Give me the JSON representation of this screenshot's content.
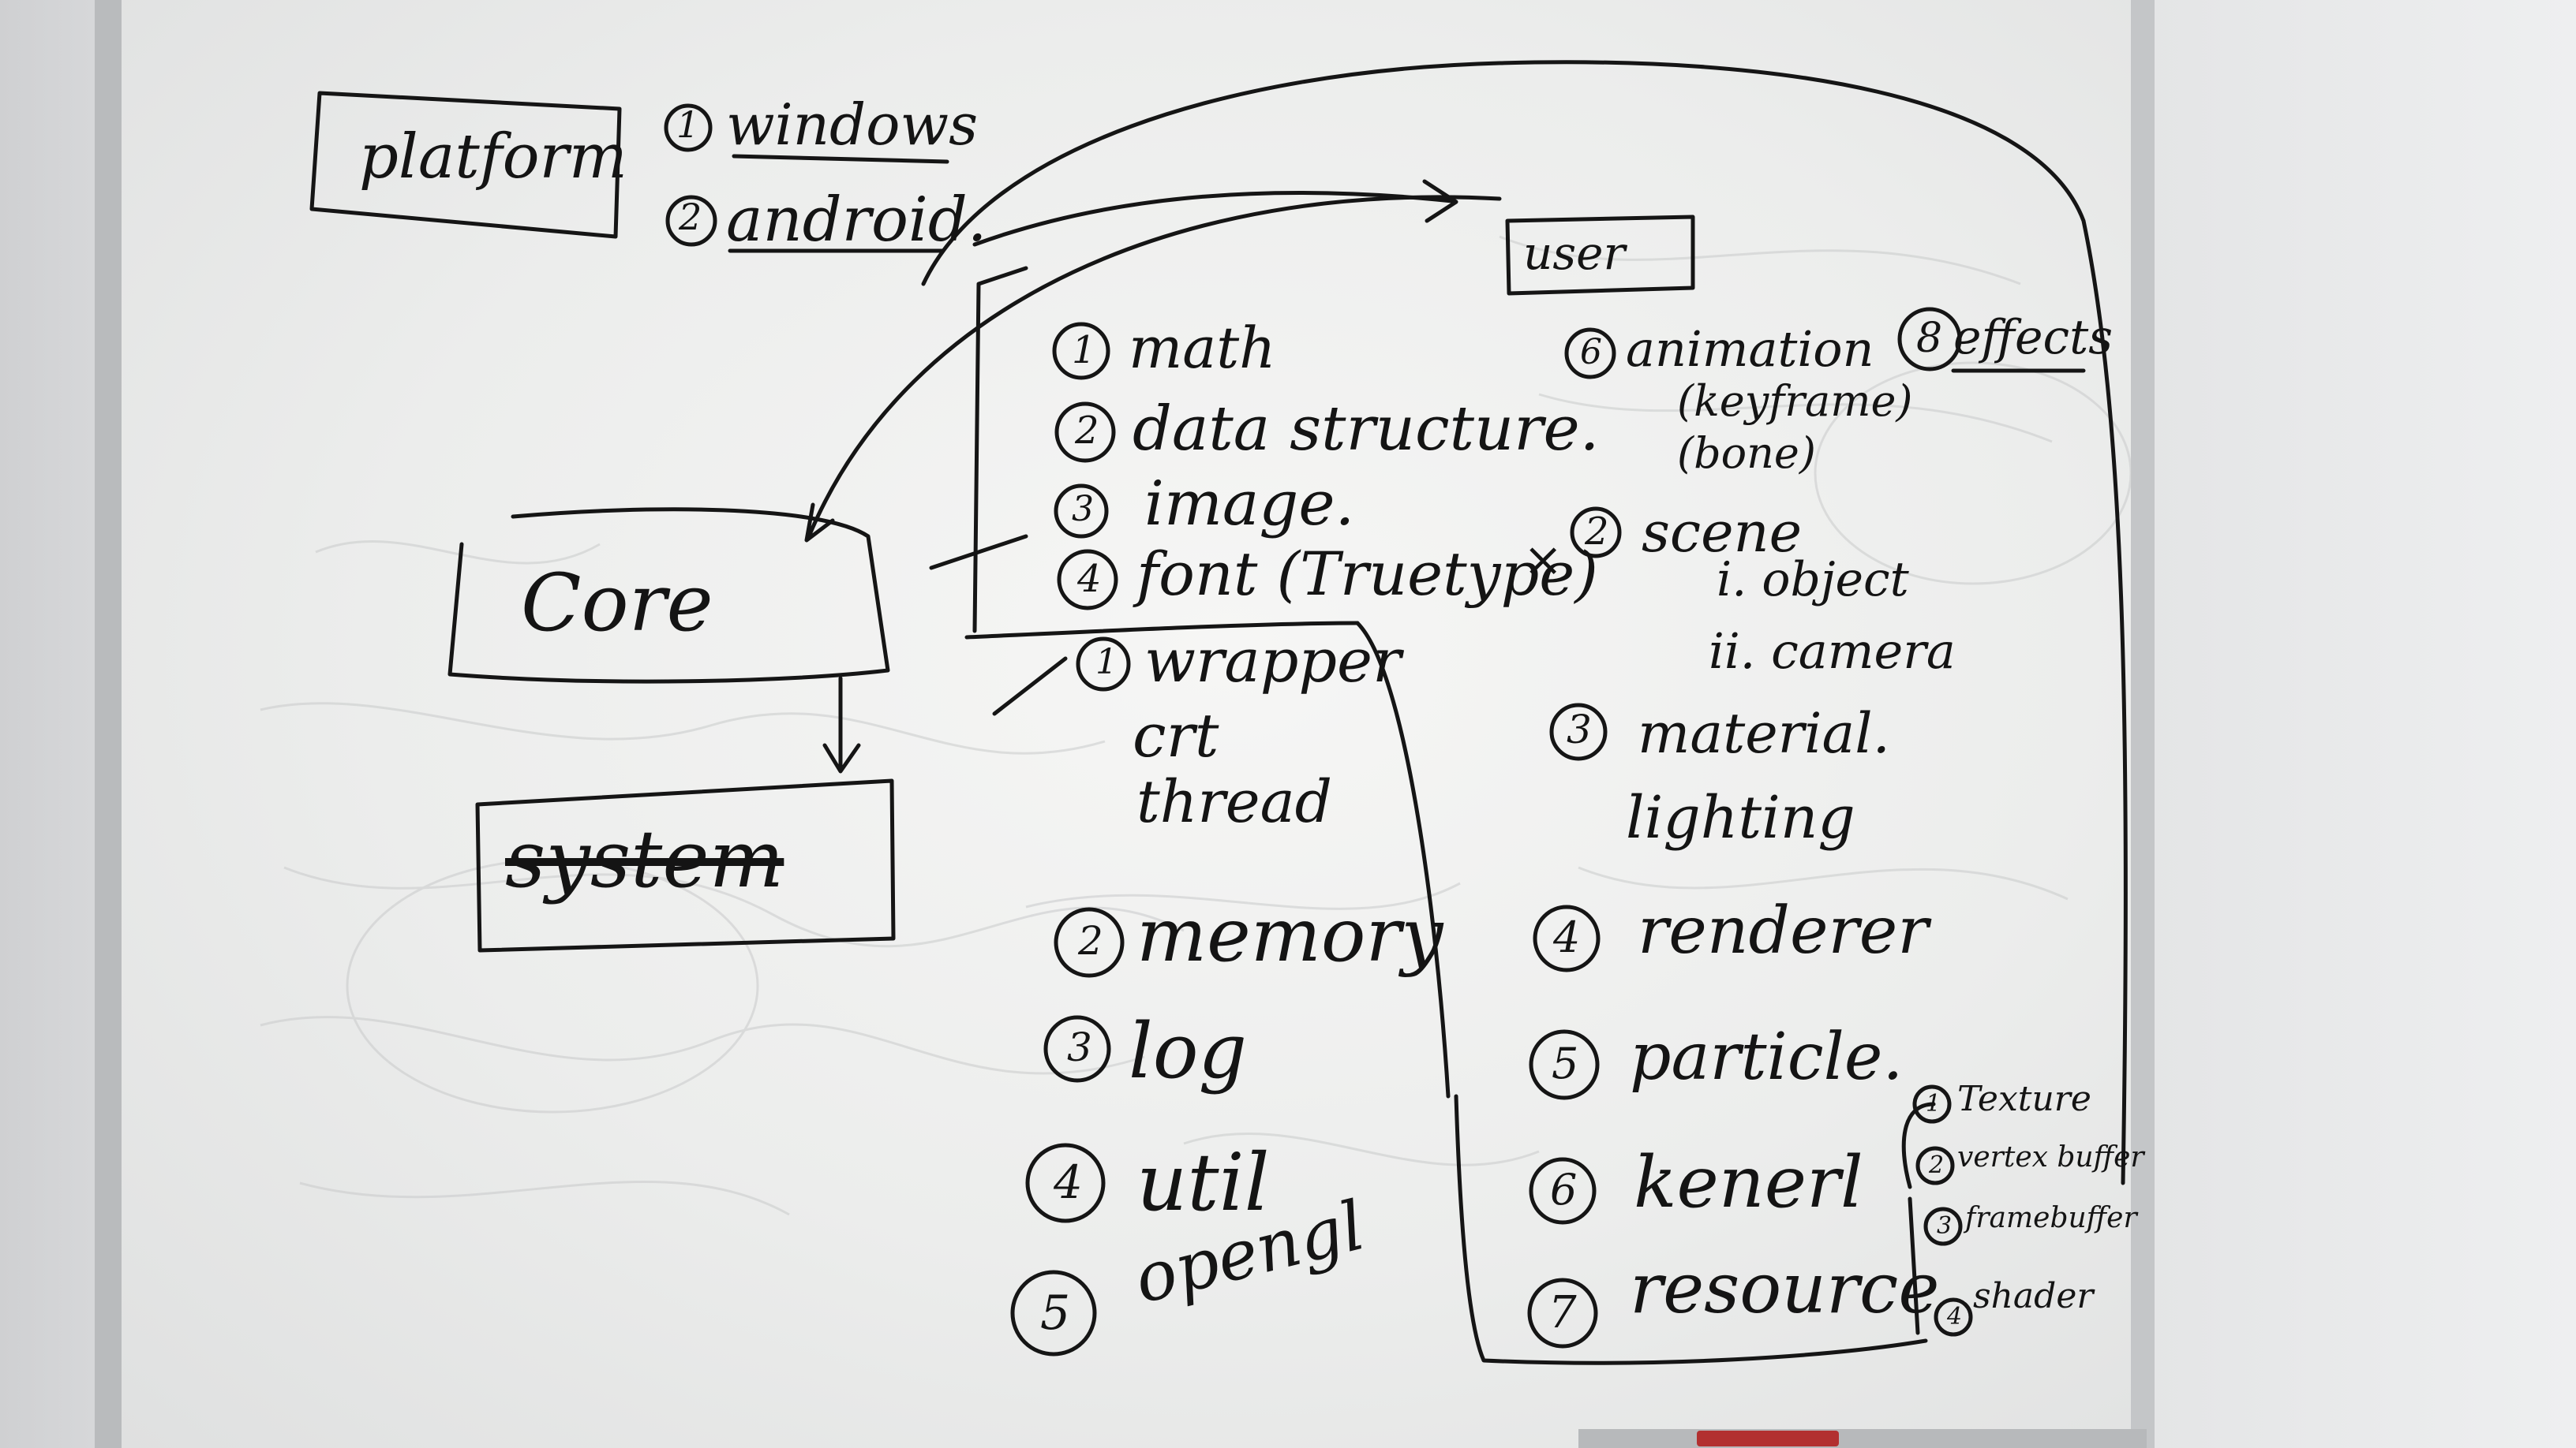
{
  "whiteboard": {
    "platform": {
      "title": "platform",
      "items": [
        {
          "num": "1",
          "label": "windows"
        },
        {
          "num": "2",
          "label": "android."
        }
      ]
    },
    "core": "Core",
    "system": "system",
    "user": "user",
    "core_list": [
      {
        "num": "1",
        "label": "math"
      },
      {
        "num": "2",
        "label": "data structure."
      },
      {
        "num": "3",
        "label": "image."
      },
      {
        "num": "4",
        "label": "font (Truetype)"
      }
    ],
    "system_list": {
      "wrapper": {
        "num": "1",
        "label": "wrapper",
        "sub": [
          "crt",
          "thread"
        ]
      },
      "items": [
        {
          "num": "2",
          "label": "memory"
        },
        {
          "num": "3",
          "label": "log"
        },
        {
          "num": "4",
          "label": "util"
        },
        {
          "num": "5",
          "label": "opengl"
        }
      ]
    },
    "user_list": {
      "animation": {
        "num": "6",
        "label": "animation",
        "sub": [
          "(keyframe)",
          "(bone)"
        ]
      },
      "effects": {
        "num": "8",
        "label": "effects"
      },
      "scene": {
        "num": "2",
        "label": "scene",
        "sub": [
          "i. object",
          "ii. camera"
        ]
      },
      "material": {
        "num": "3",
        "label": "material.",
        "sub": [
          "lighting"
        ]
      },
      "items": [
        {
          "num": "4",
          "label": "renderer"
        },
        {
          "num": "5",
          "label": "particle."
        },
        {
          "num": "6",
          "label": "kenerl"
        },
        {
          "num": "7",
          "label": "resource"
        }
      ]
    },
    "resource_sub": [
      {
        "num": "1",
        "label": "Texture"
      },
      {
        "num": "2",
        "label": "vertex buffer"
      },
      {
        "num": "3",
        "label": "framebuffer"
      },
      {
        "num": "4",
        "label": "shader"
      }
    ],
    "cross_mark": "×"
  }
}
